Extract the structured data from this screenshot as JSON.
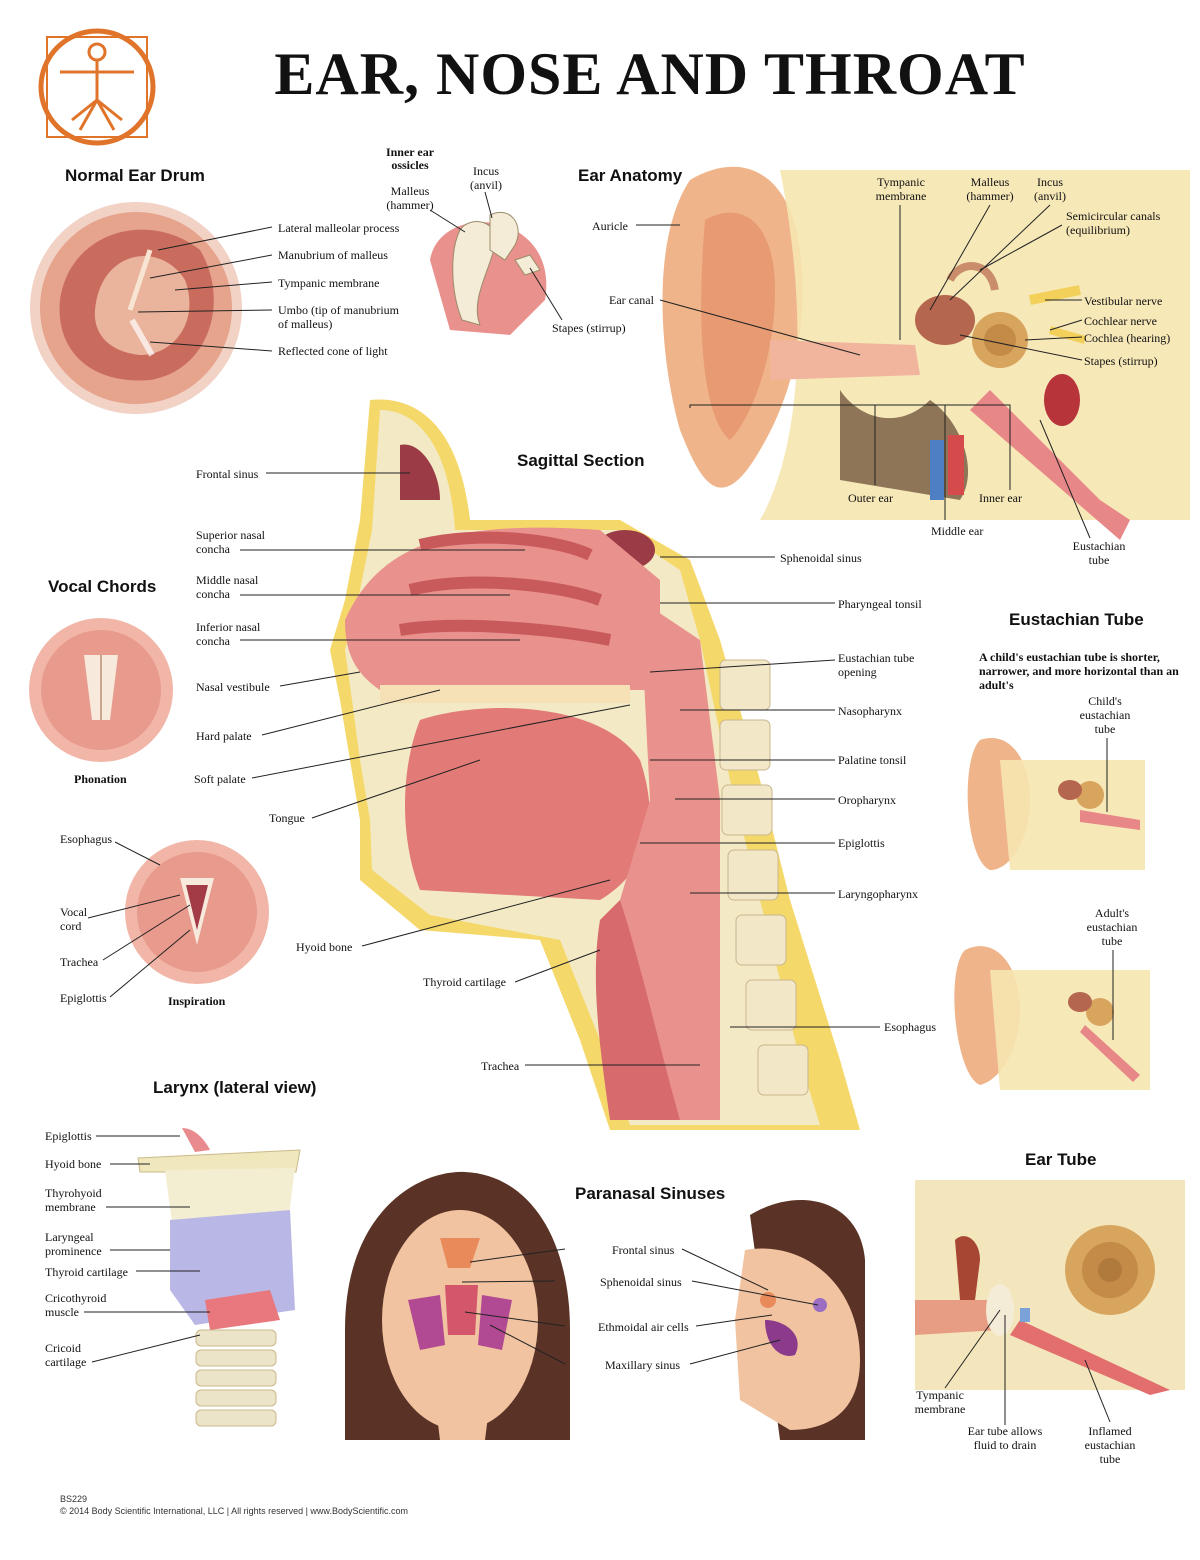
{
  "title": "EAR, NOSE AND THROAT",
  "colors": {
    "tissue": "#e9918c",
    "tissue_dark": "#c95a5c",
    "bone": "#f3e9c4",
    "fat": "#f5d86a",
    "skin": "#f0b98e",
    "logo": "#e0742a",
    "cartilage": "#b9b7e6"
  },
  "normal_ear_drum": {
    "heading": "Normal Ear Drum",
    "labels": [
      "Lateral malleolar process",
      "Manubrium of malleus",
      "Tympanic membrane",
      "Umbo (tip of manubrium\nof malleus)",
      "Reflected cone of light"
    ]
  },
  "inner_ear_ossicles": {
    "heading": "Inner ear\nossicles",
    "malleus": "Malleus\n(hammer)",
    "incus": "Incus\n(anvil)",
    "stapes": "Stapes (stirrup)"
  },
  "ear_anatomy": {
    "heading": "Ear Anatomy",
    "auricle": "Auricle",
    "ear_canal": "Ear canal",
    "tympanic_membrane": "Tympanic\nmembrane",
    "malleus": "Malleus\n(hammer)",
    "incus": "Incus\n(anvil)",
    "semicircular": "Semicircular canals\n(equilibrium)",
    "vestibular_nerve": "Vestibular nerve",
    "cochlear_nerve": "Cochlear nerve",
    "cochlea": "Cochlea (hearing)",
    "stapes": "Stapes (stirrup)",
    "outer_ear": "Outer ear",
    "middle_ear": "Middle ear",
    "inner_ear": "Inner ear",
    "eustachian_tube": "Eustachian\ntube"
  },
  "sagittal": {
    "heading": "Sagittal Section",
    "left_labels": [
      "Frontal sinus",
      "Superior nasal\nconcha",
      "Middle nasal\nconcha",
      "Inferior nasal\nconcha",
      "Nasal vestibule",
      "Hard palate",
      "Soft palate",
      "Tongue",
      "Hyoid bone",
      "Thyroid cartilage",
      "Trachea"
    ],
    "right_labels": [
      "Sphenoidal sinus",
      "Pharyngeal tonsil",
      "Eustachian tube\nopening",
      "Nasopharynx",
      "Palatine tonsil",
      "Oropharynx",
      "Epiglottis",
      "Laryngopharynx",
      "Esophagus"
    ]
  },
  "vocal_chords": {
    "heading": "Vocal Chords",
    "phonation": "Phonation",
    "inspiration": "Inspiration",
    "labels": [
      "Esophagus",
      "Vocal\ncord",
      "Trachea",
      "Epiglottis"
    ]
  },
  "eustachian": {
    "heading": "Eustachian Tube",
    "note": "A child's eustachian tube is shorter, narrower, and more horizontal than an adult's",
    "child": "Child's\neustachian\ntube",
    "adult": "Adult's\neustachian\ntube"
  },
  "larynx": {
    "heading": "Larynx (lateral view)",
    "labels": [
      "Epiglottis",
      "Hyoid bone",
      "Thyrohyoid\nmembrane",
      "Laryngeal\nprominence",
      "Thyroid cartilage",
      "Cricothyroid\nmuscle",
      "Cricoid\ncartilage"
    ]
  },
  "paranasal": {
    "heading": "Paranasal Sinuses",
    "labels": [
      "Frontal sinus",
      "Sphenoidal sinus",
      "Ethmoidal air cells",
      "Maxillary sinus"
    ]
  },
  "ear_tube": {
    "heading": "Ear Tube",
    "labels": [
      "Tympanic\nmembrane",
      "Ear tube allows\nfluid to drain",
      "Inflamed\neustachian\ntube"
    ]
  },
  "footer": {
    "code": "BS229",
    "copyright": "© 2014 Body Scientific International, LLC | All rights reserved | www.BodyScientific.com"
  }
}
